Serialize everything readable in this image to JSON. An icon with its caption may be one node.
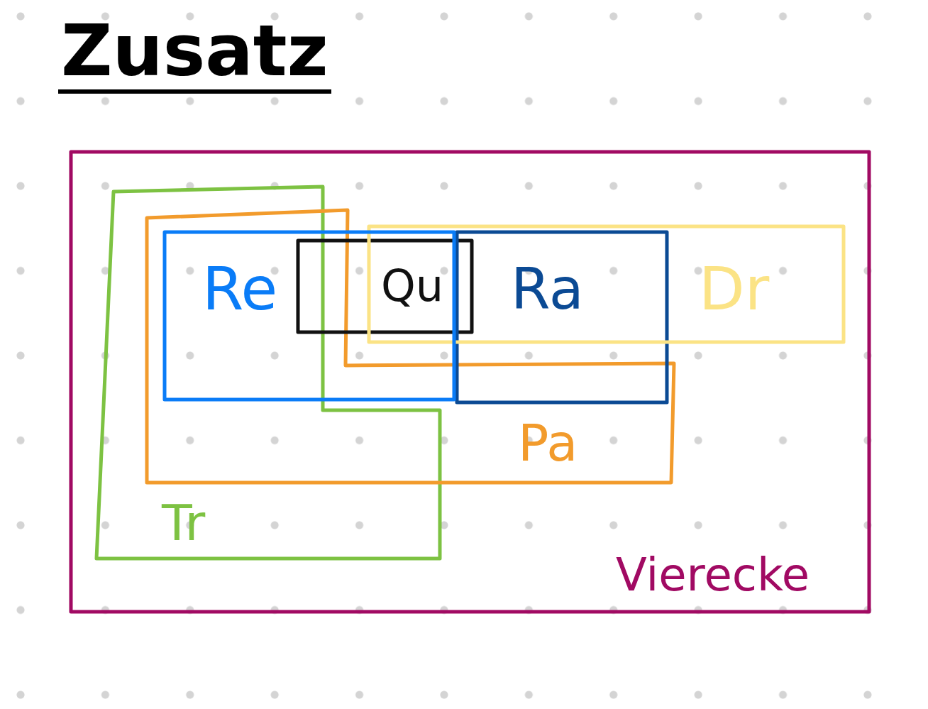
{
  "diagram": {
    "title": "Zusatz",
    "nodes": [
      {
        "text": [
          "Vierecke"
        ]
      },
      {
        "text": [
          "Tr"
        ],
        "in": 0
      },
      {
        "text": [
          "Pa"
        ],
        "in": 0
      },
      {
        "text": [
          "Re"
        ]
      },
      {
        "text": [
          "Qu"
        ],
        "in": 0
      },
      {
        "text": [
          "Ra"
        ],
        "in": 0
      },
      {
        "text": [
          "Dr"
        ],
        "in": 0
      }
    ],
    "edges": []
  }
}
